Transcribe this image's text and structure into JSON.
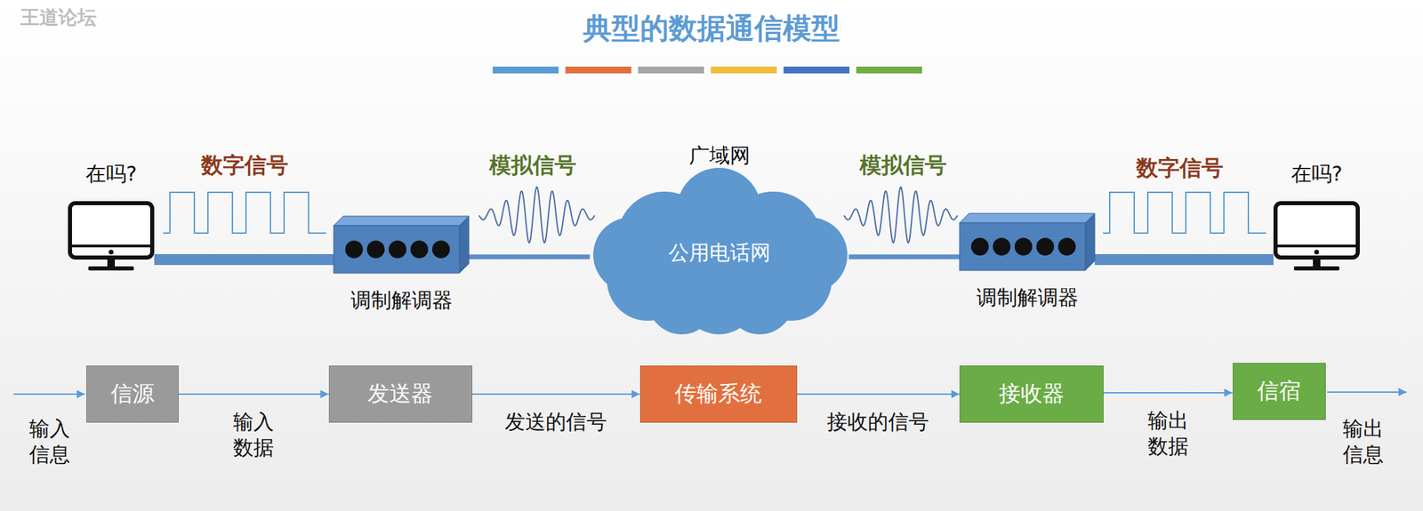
{
  "diagram": {
    "title": "典型的数据通信模型",
    "nodes": [
      {
        "text": [
          "在吗?"
        ]
      },
      {
        "text": [
          "调制解调器"
        ]
      },
      {
        "text": [
          "广域网",
          "公用电话网"
        ]
      },
      {
        "text": [
          "调制解调器"
        ]
      },
      {
        "text": [
          "在吗?"
        ]
      },
      {
        "text": [
          "信源"
        ]
      },
      {
        "text": [
          "发送器"
        ]
      },
      {
        "text": [
          "传输系统"
        ]
      },
      {
        "text": [
          "接收器"
        ]
      },
      {
        "text": [
          "信宿"
        ]
      }
    ],
    "edges": [
      {
        "from": 0,
        "to": 1,
        "arrow": "none",
        "label": "数字信号"
      },
      {
        "from": 1,
        "to": 2,
        "arrow": "none",
        "label": "模拟信号"
      },
      {
        "from": 2,
        "to": 3,
        "arrow": "none",
        "label": "模拟信号"
      },
      {
        "from": 3,
        "to": 4,
        "arrow": "none",
        "label": "数字信号"
      },
      {
        "from": 5,
        "to": 6,
        "arrow": "to",
        "label": "输入数据"
      },
      {
        "from": 6,
        "to": 7,
        "arrow": "to",
        "label": "发送的信号"
      },
      {
        "from": 7,
        "to": 8,
        "arrow": "to",
        "label": "接收的信号"
      },
      {
        "from": 8,
        "to": 9,
        "arrow": "to",
        "label": "输出数据"
      }
    ],
    "labels": [
      "王道论坛",
      "输入信息",
      "输出信息"
    ]
  }
}
